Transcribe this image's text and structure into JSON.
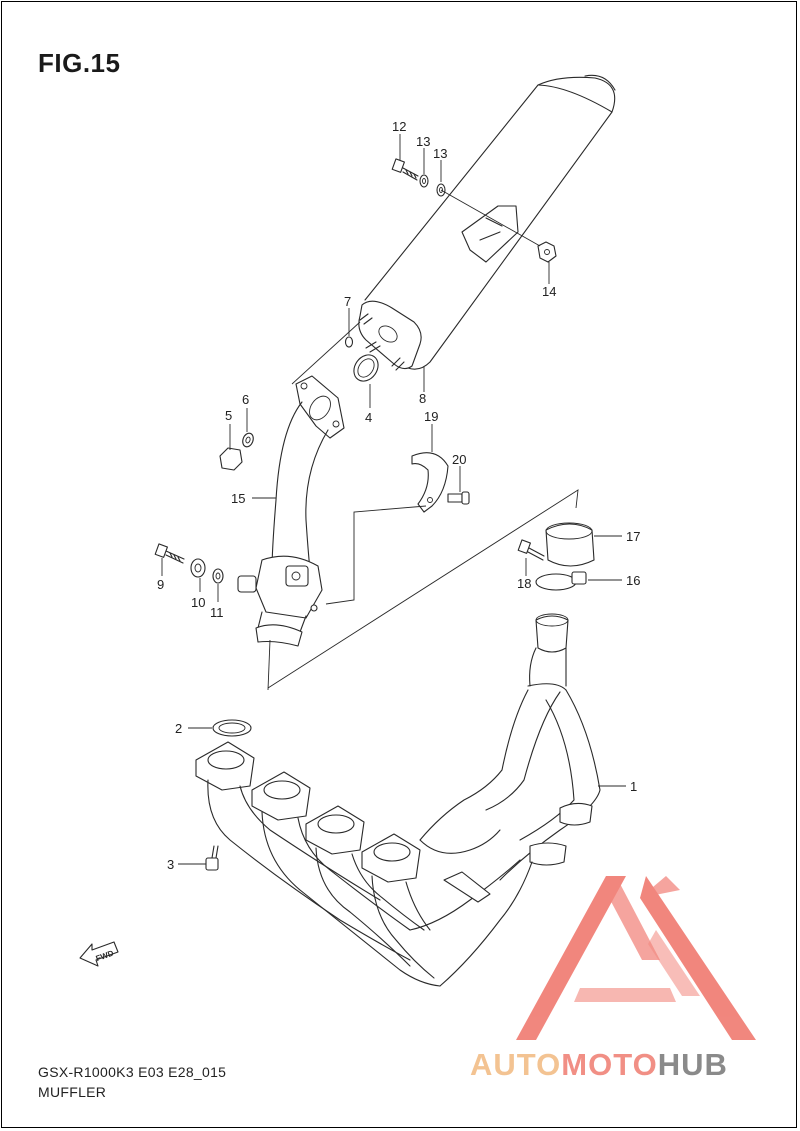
{
  "figure": {
    "title": "FIG.15",
    "model_code": "GSX-R1000K3 E03 E28_015",
    "section_name": "MUFFLER"
  },
  "parts": [
    {
      "number": "1"
    },
    {
      "number": "2"
    },
    {
      "number": "3"
    },
    {
      "number": "4"
    },
    {
      "number": "5"
    },
    {
      "number": "6"
    },
    {
      "number": "7"
    },
    {
      "number": "8"
    },
    {
      "number": "9"
    },
    {
      "number": "10"
    },
    {
      "number": "11"
    },
    {
      "number": "12"
    },
    {
      "number": "13"
    },
    {
      "number": "13"
    },
    {
      "number": "14"
    },
    {
      "number": "15"
    },
    {
      "number": "16"
    },
    {
      "number": "17"
    },
    {
      "number": "18"
    },
    {
      "number": "19"
    },
    {
      "number": "20"
    }
  ],
  "direction_marker": {
    "text": "FWD",
    "icon": "forward-arrow-icon"
  },
  "watermark": {
    "logo": "automotohub-logo",
    "word_part_1": "AUTO",
    "word_part_2": "MOTO",
    "word_part_3": "HUB",
    "colors": {
      "auto": "#f3c392",
      "moto": "#f18f85",
      "hub": "#8a8a8a",
      "triangle": "#f07a70"
    }
  }
}
